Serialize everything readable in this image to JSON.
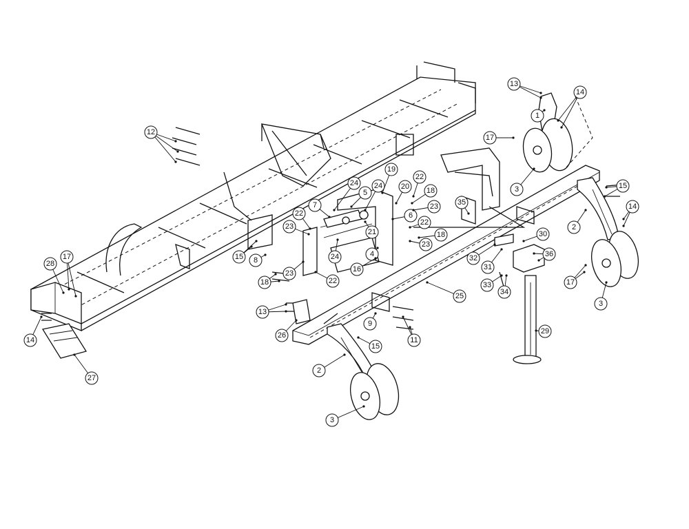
{
  "callouts": [
    {
      "id": "c1",
      "label": "1"
    },
    {
      "id": "c2a",
      "label": "2"
    },
    {
      "id": "c2b",
      "label": "2"
    },
    {
      "id": "c3a",
      "label": "3"
    },
    {
      "id": "c3b",
      "label": "3"
    },
    {
      "id": "c3c",
      "label": "3"
    },
    {
      "id": "c4",
      "label": "4"
    },
    {
      "id": "c5",
      "label": "5"
    },
    {
      "id": "c6",
      "label": "6"
    },
    {
      "id": "c7",
      "label": "7"
    },
    {
      "id": "c8",
      "label": "8"
    },
    {
      "id": "c9",
      "label": "9"
    },
    {
      "id": "c11",
      "label": "11"
    },
    {
      "id": "c12",
      "label": "12"
    },
    {
      "id": "c13a",
      "label": "13"
    },
    {
      "id": "c13b",
      "label": "13"
    },
    {
      "id": "c14a",
      "label": "14"
    },
    {
      "id": "c14b",
      "label": "14"
    },
    {
      "id": "c14c",
      "label": "14"
    },
    {
      "id": "c15a",
      "label": "15"
    },
    {
      "id": "c15b",
      "label": "15"
    },
    {
      "id": "c15c",
      "label": "15"
    },
    {
      "id": "c16",
      "label": "16"
    },
    {
      "id": "c17a",
      "label": "17"
    },
    {
      "id": "c17b",
      "label": "17"
    },
    {
      "id": "c17c",
      "label": "17"
    },
    {
      "id": "c18a",
      "label": "18"
    },
    {
      "id": "c18b",
      "label": "18"
    },
    {
      "id": "c18c",
      "label": "18"
    },
    {
      "id": "c19",
      "label": "19"
    },
    {
      "id": "c20",
      "label": "20"
    },
    {
      "id": "c21",
      "label": "21"
    },
    {
      "id": "c22a",
      "label": "22"
    },
    {
      "id": "c22b",
      "label": "22"
    },
    {
      "id": "c22c",
      "label": "22"
    },
    {
      "id": "c22d",
      "label": "22"
    },
    {
      "id": "c23a",
      "label": "23"
    },
    {
      "id": "c23b",
      "label": "23"
    },
    {
      "id": "c23c",
      "label": "23"
    },
    {
      "id": "c23d",
      "label": "23"
    },
    {
      "id": "c24a",
      "label": "24"
    },
    {
      "id": "c24b",
      "label": "24"
    },
    {
      "id": "c24c",
      "label": "24"
    },
    {
      "id": "c25",
      "label": "25"
    },
    {
      "id": "c26",
      "label": "26"
    },
    {
      "id": "c27",
      "label": "27"
    },
    {
      "id": "c28",
      "label": "28"
    },
    {
      "id": "c29",
      "label": "29"
    },
    {
      "id": "c30",
      "label": "30"
    },
    {
      "id": "c31",
      "label": "31"
    },
    {
      "id": "c32",
      "label": "32"
    },
    {
      "id": "c33",
      "label": "33"
    },
    {
      "id": "c34",
      "label": "34"
    },
    {
      "id": "c35",
      "label": "35"
    },
    {
      "id": "c36",
      "label": "36"
    }
  ]
}
